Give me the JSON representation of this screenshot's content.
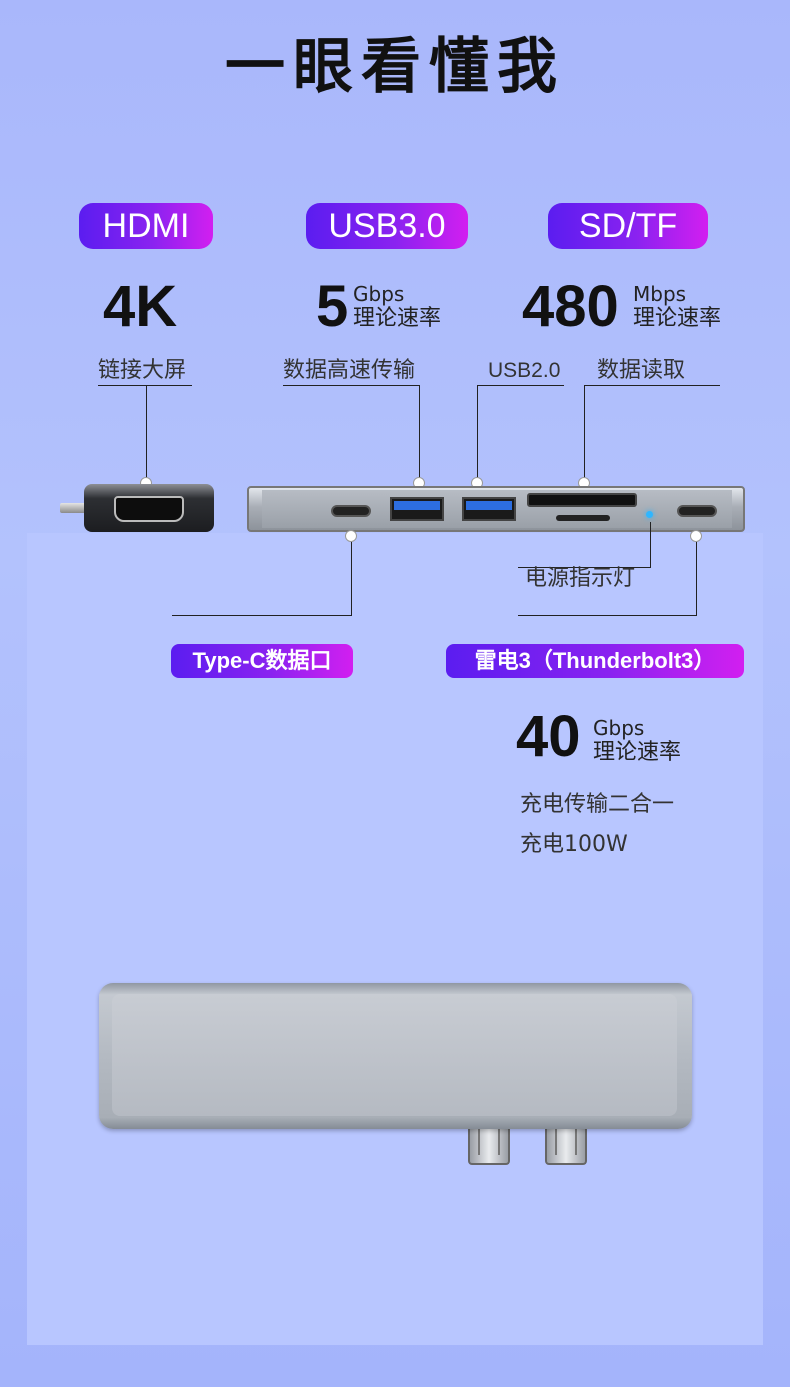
{
  "title": "一眼看懂我",
  "ports": {
    "hdmi": {
      "name": "HDMI",
      "value": "4K",
      "feature": "链接大屏"
    },
    "usb3": {
      "name": "USB3.0",
      "value": "5",
      "unit": "Gbps",
      "sub": "理论速率",
      "feature": "数据高速传输"
    },
    "usb2": {
      "feature": "USB2.0"
    },
    "sdtf": {
      "name": "SD/TF",
      "value": "480",
      "unit": "Mbps",
      "sub": "理论速率",
      "feature": "数据读取"
    },
    "power": {
      "feature": "电源指示灯"
    },
    "typec": {
      "name": "Type-C数据口"
    },
    "thunderbolt": {
      "name": "雷电3（Thunderbolt3）",
      "value": "40",
      "unit": "Gbps",
      "sub": "理论速率",
      "desc1": "充电传输二合一",
      "desc2": "充电100W"
    }
  },
  "colors": {
    "background": "#a9b7fb",
    "panel": "#b8c6ff",
    "pill_start": "#5b1df0",
    "pill_end": "#d21ff0",
    "led": "#2fb6ff",
    "usb3_blue": "#2d6ee0"
  }
}
